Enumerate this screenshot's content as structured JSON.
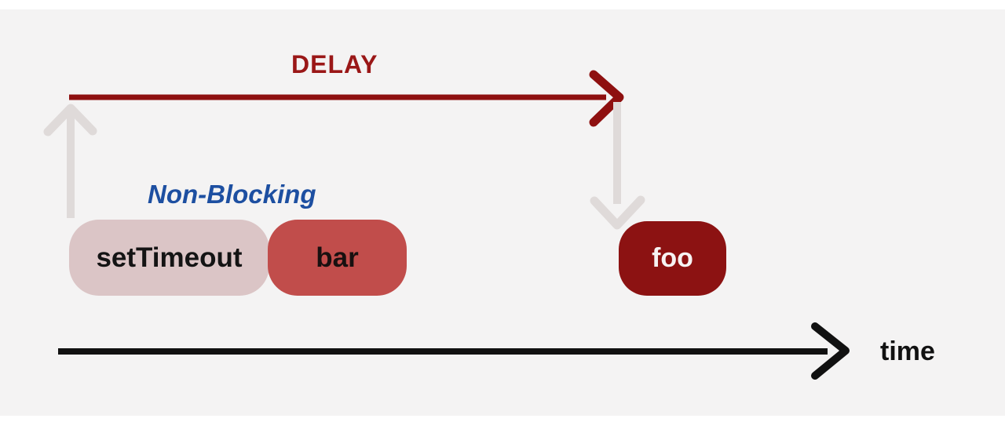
{
  "labels": {
    "delay": "DELAY",
    "non_blocking": "Non-Blocking",
    "time_axis": "time"
  },
  "nodes": {
    "set_timeout": {
      "label": "setTimeout",
      "fill": "#DBC5C6",
      "text_color": "#141414"
    },
    "bar": {
      "label": "bar",
      "fill": "#C14D4B",
      "text_color": "#181010"
    },
    "foo": {
      "label": "foo",
      "fill": "#8C1212",
      "text_color": "#F7F3F3"
    }
  },
  "arrows": {
    "delay_arrow": {
      "name": "delay-arrow",
      "direction": "right",
      "color": "#8E1010"
    },
    "queue_up_arrow": {
      "name": "up-arrow",
      "direction": "up",
      "color": "#DFDAD9"
    },
    "callback_down_arrow": {
      "name": "down-arrow",
      "direction": "down",
      "color": "#DFDAD9"
    },
    "time_axis_arrow": {
      "name": "time-axis-arrow",
      "direction": "right",
      "color": "#111111"
    }
  },
  "colors": {
    "page_background": "#FFFFFF",
    "panel_background": "#F4F3F3",
    "delay_text": "#9A1717",
    "non_blocking_text": "#1D4FA1"
  }
}
